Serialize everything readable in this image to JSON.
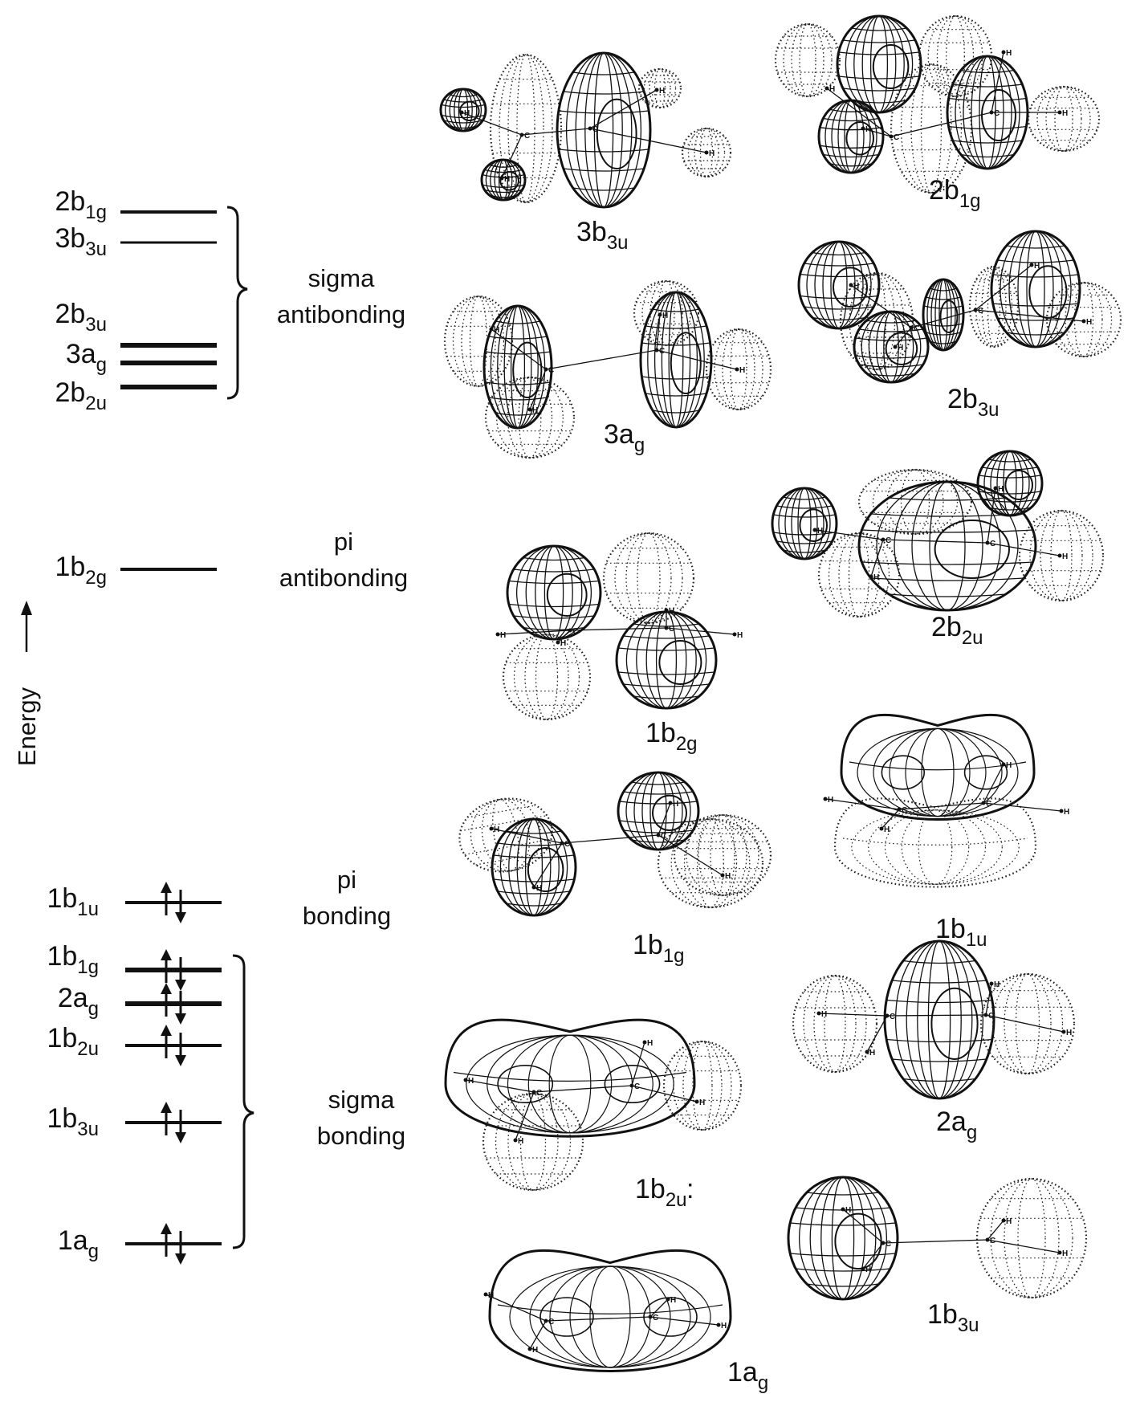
{
  "axis": {
    "label": "Energy"
  },
  "levels": [
    {
      "name": "2b",
      "sub": "1g",
      "occupied": false
    },
    {
      "name": "3b",
      "sub": "3u",
      "occupied": false
    },
    {
      "name": "2b",
      "sub": "3u",
      "occupied": false
    },
    {
      "name": "3a",
      "sub": "g",
      "occupied": false
    },
    {
      "name": "2b",
      "sub": "2u",
      "occupied": false
    },
    {
      "name": "1b",
      "sub": "2g",
      "occupied": false
    },
    {
      "name": "1b",
      "sub": "1u",
      "occupied": true
    },
    {
      "name": "1b",
      "sub": "1g",
      "occupied": true
    },
    {
      "name": "2a",
      "sub": "g",
      "occupied": true
    },
    {
      "name": "1b",
      "sub": "2u",
      "occupied": true
    },
    {
      "name": "1b",
      "sub": "3u",
      "occupied": true
    },
    {
      "name": "1a",
      "sub": "g",
      "occupied": true
    }
  ],
  "groups": [
    {
      "line1": "sigma",
      "line2": "antibonding"
    },
    {
      "line1": "pi",
      "line2": "antibonding"
    },
    {
      "line1": "pi",
      "line2": "bonding"
    },
    {
      "line1": "sigma",
      "line2": "bonding"
    }
  ],
  "orbitals": [
    {
      "name": "3b",
      "sub": "3u",
      "kind": "lobes"
    },
    {
      "name": "2b",
      "sub": "1g",
      "kind": "lobes"
    },
    {
      "name": "3a",
      "sub": "g",
      "kind": "lobes"
    },
    {
      "name": "2b",
      "sub": "3u",
      "kind": "lobes"
    },
    {
      "name": "1b",
      "sub": "2g",
      "kind": "pi"
    },
    {
      "name": "2b",
      "sub": "2u",
      "kind": "lobes"
    },
    {
      "name": "1b",
      "sub": "1g",
      "kind": "pi"
    },
    {
      "name": "1b",
      "sub": "1u",
      "kind": "sausage"
    },
    {
      "name": "1b",
      "sub": "2u",
      "kind": "lobes"
    },
    {
      "name": "2a",
      "sub": "g",
      "kind": "lobes"
    },
    {
      "name": "1b",
      "sub": "3u",
      "kind": "lobes"
    },
    {
      "name": "1a",
      "sub": "g",
      "kind": "egg"
    }
  ],
  "atoms": {
    "carbon": "C",
    "hydrogen": "H"
  },
  "misc": {
    "stray_mark": ":"
  }
}
